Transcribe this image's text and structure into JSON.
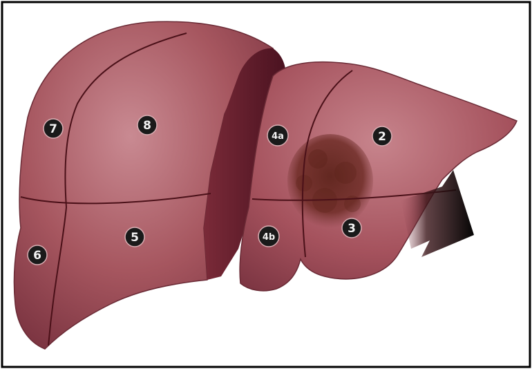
{
  "diagram": {
    "segments": [
      {
        "id": "seg-7",
        "label": "7"
      },
      {
        "id": "seg-8",
        "label": "8"
      },
      {
        "id": "seg-6",
        "label": "6"
      },
      {
        "id": "seg-5",
        "label": "5"
      },
      {
        "id": "seg-4a",
        "label": "4a"
      },
      {
        "id": "seg-4b",
        "label": "4b"
      },
      {
        "id": "seg-2",
        "label": "2"
      },
      {
        "id": "seg-3",
        "label": "3"
      }
    ],
    "colors": {
      "liver": "#a4535f",
      "liver_light": "#c98088",
      "liver_dark": "#6e2a35",
      "cut_surface": "#5a1a26",
      "tumor": "#6a2a22",
      "segment_line": "#4a1018",
      "badge": "#1a1a1a",
      "badge_text": "#f2f2f2",
      "arrow_dark": "#0d0d0d",
      "arrow_fade": "#8a4a55",
      "border": "#000000"
    },
    "icons": [
      "right-lobe",
      "left-lobe",
      "resection-arrow",
      "tumor-mass"
    ]
  }
}
